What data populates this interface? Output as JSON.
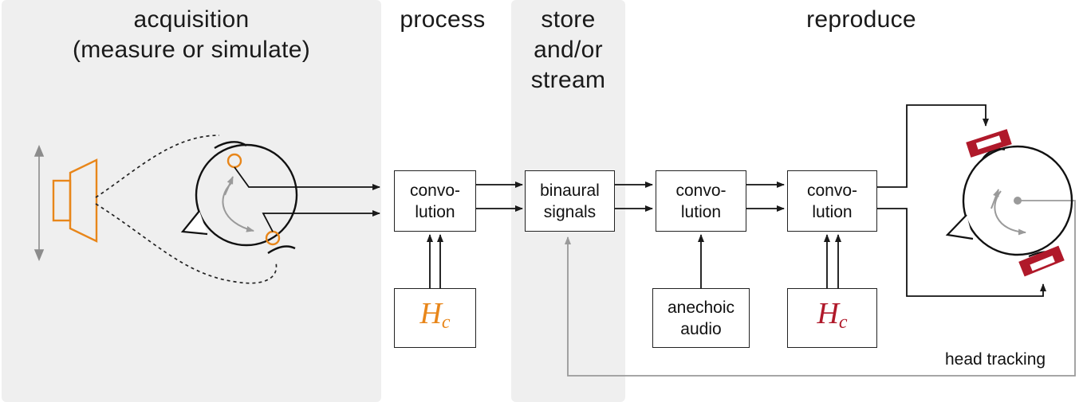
{
  "stages": {
    "acquisition": [
      "acquisition",
      "(measure or  simulate)"
    ],
    "process": "process",
    "store": [
      "store",
      "and/or",
      "stream"
    ],
    "reproduce": "reproduce"
  },
  "boxes": {
    "conv1": [
      "convo-",
      "lution"
    ],
    "binaural": [
      "binaural",
      "signals"
    ],
    "conv2": [
      "convo-",
      "lution"
    ],
    "conv3": [
      "convo-",
      "lution"
    ],
    "anechoic": [
      "anechoic",
      "audio"
    ],
    "hc_symbol": "H",
    "hc_subscript": "c"
  },
  "labels": {
    "head_tracking": "head tracking"
  },
  "colors": {
    "acquisition_accent": "#e8861a",
    "reproduction_accent": "#b0192a",
    "panel_bg": "#efefef",
    "feedback_line": "#9a9a9a"
  }
}
